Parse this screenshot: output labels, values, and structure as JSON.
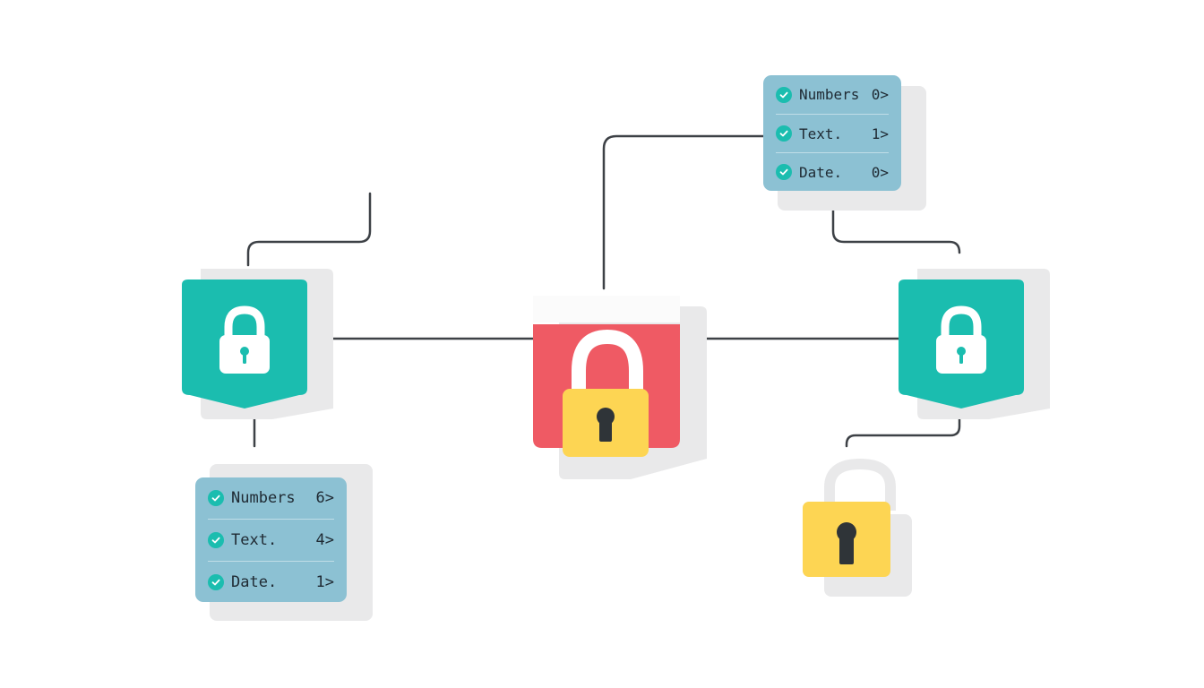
{
  "colors": {
    "teal": "#1bbdaf",
    "red": "#ef5a64",
    "yellow": "#fdd553",
    "panel": "#8cc1d3",
    "line": "#3d4146",
    "dark": "#2f3438",
    "shadow": "#e9e9ea"
  },
  "icons": {
    "left_shield": "padlock-icon",
    "center_shield": "padlock-icon",
    "right_shield": "padlock-icon",
    "standalone": "padlock-icon",
    "row_check": "check-circle-icon"
  },
  "top_panel": {
    "rows": [
      {
        "label": "Numbers",
        "count": "0>"
      },
      {
        "label": "Text.",
        "count": "1>"
      },
      {
        "label": "Date.",
        "count": "0>"
      }
    ]
  },
  "bottom_panel": {
    "rows": [
      {
        "label": "Numbers",
        "count": "6>"
      },
      {
        "label": "Text.",
        "count": "4>"
      },
      {
        "label": "Date.",
        "count": "1>"
      }
    ]
  }
}
